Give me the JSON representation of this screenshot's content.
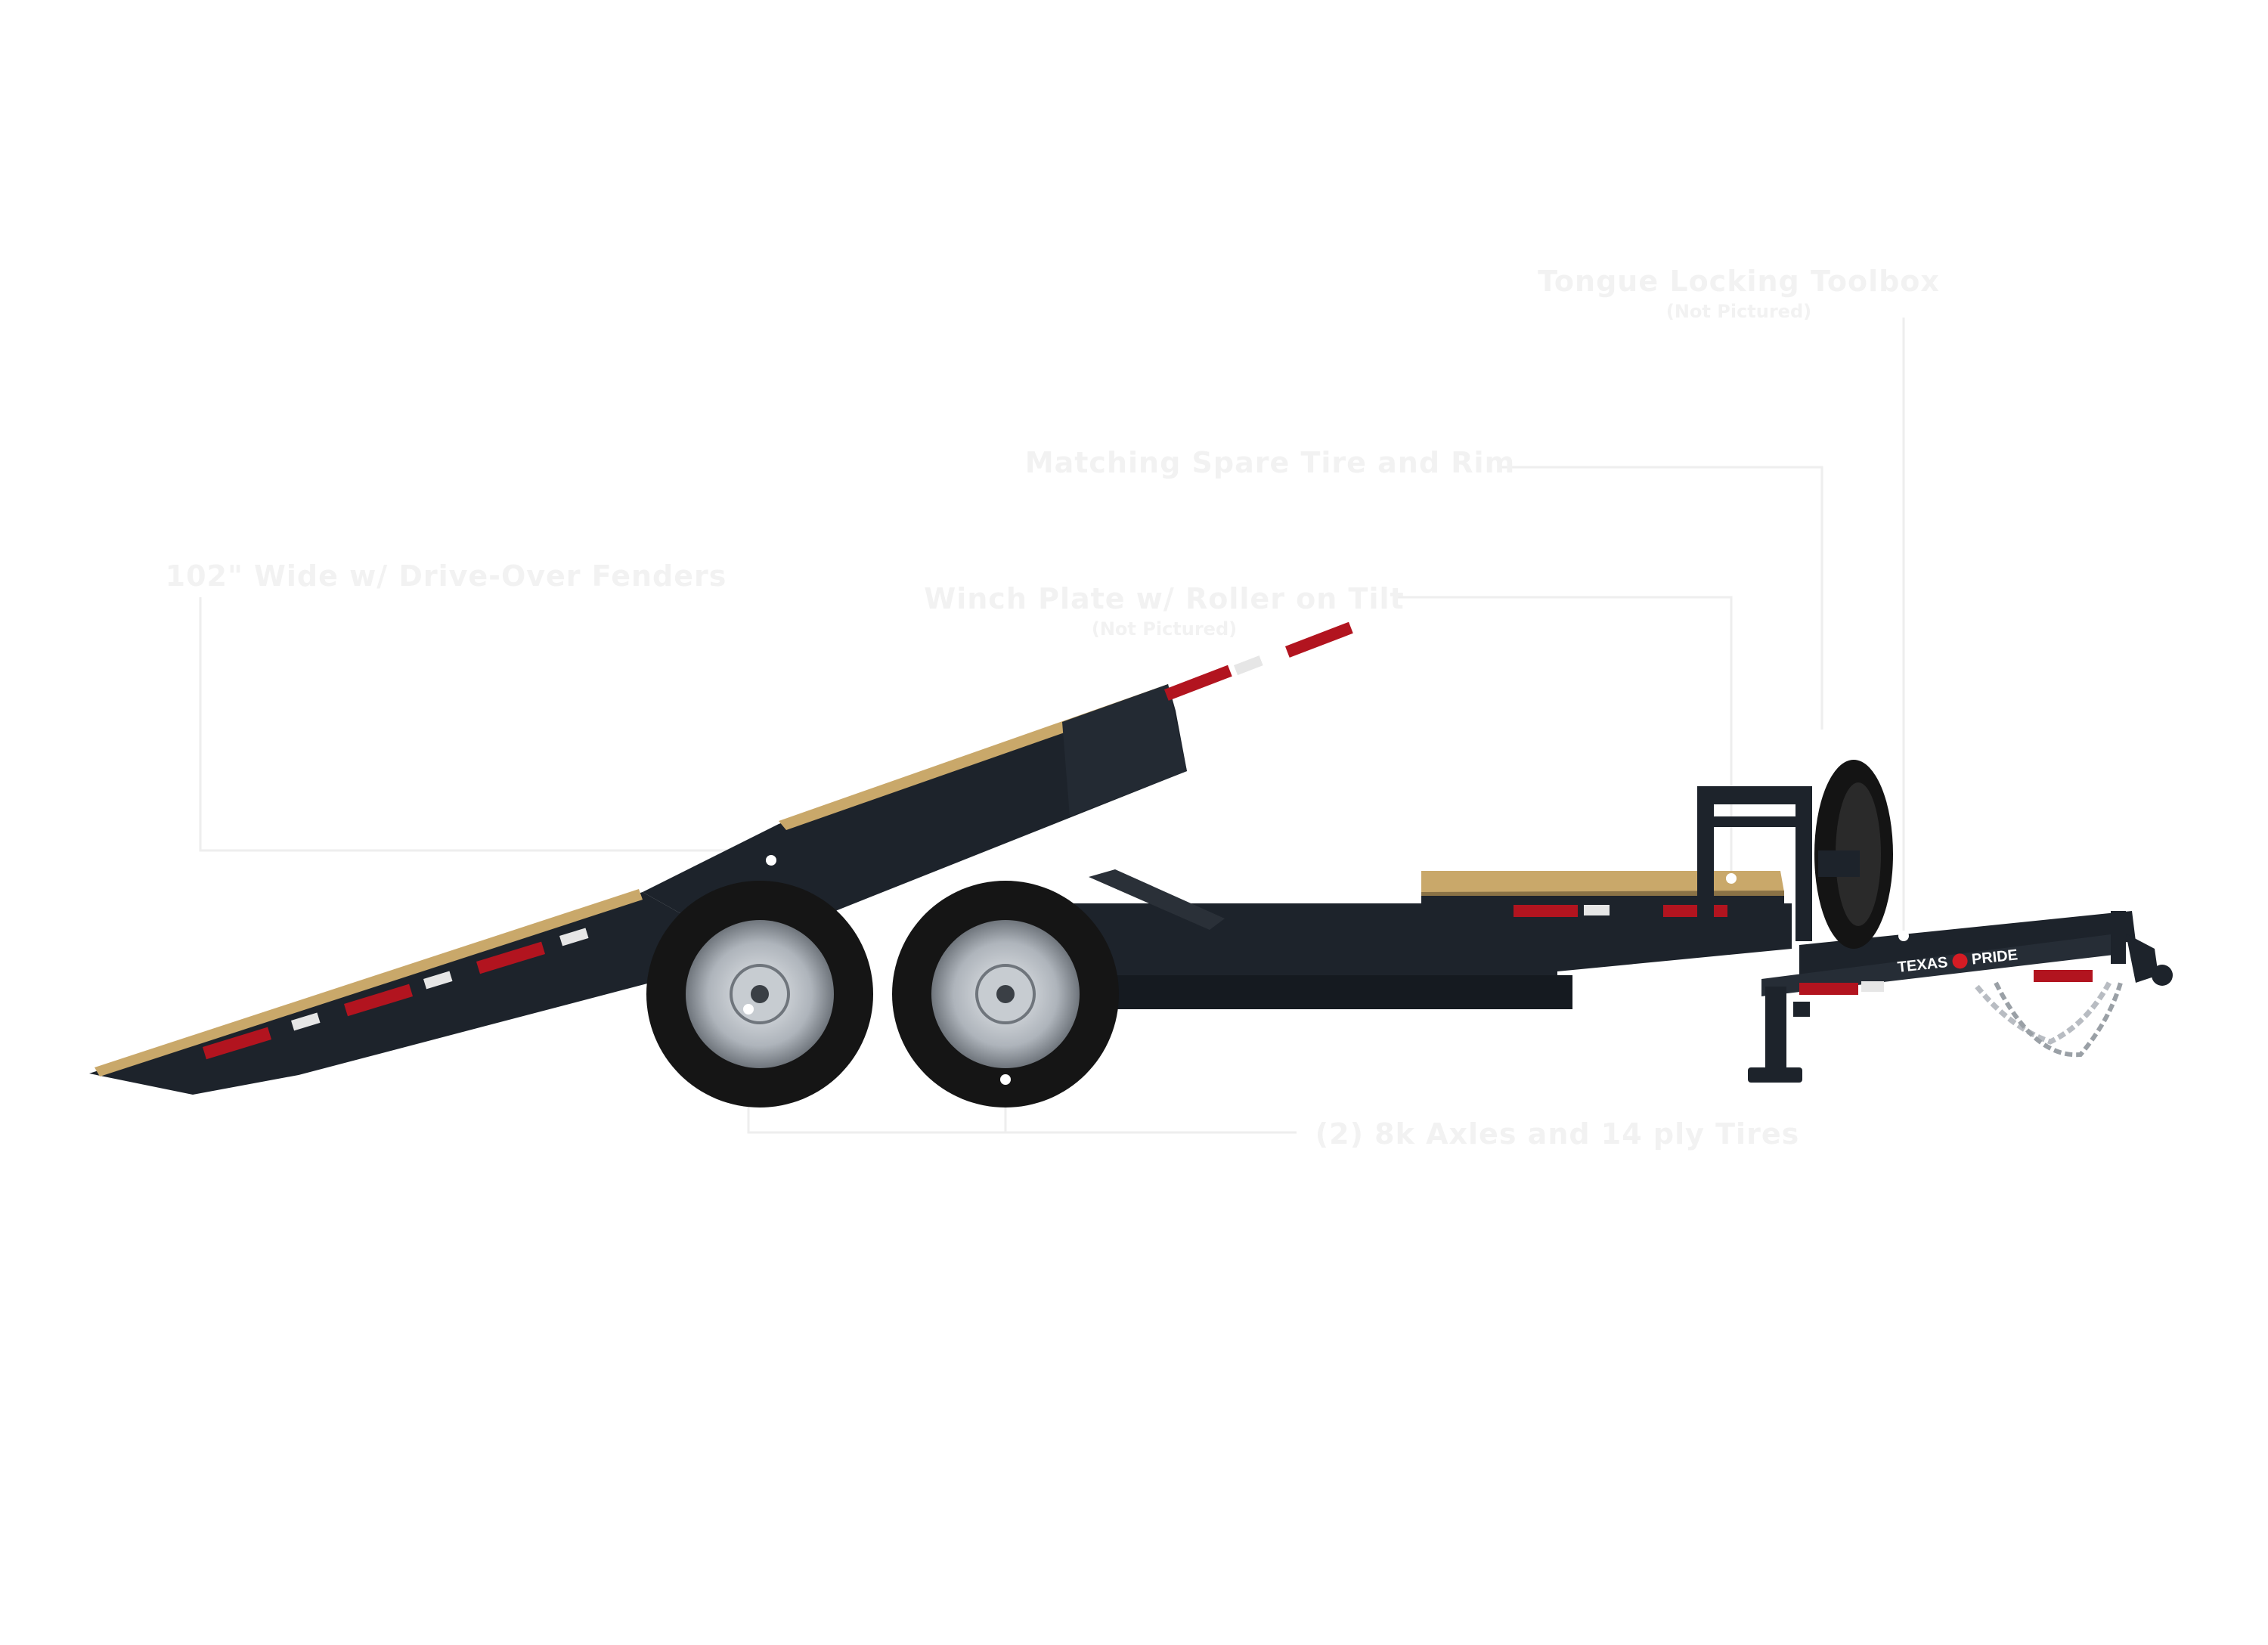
{
  "callouts": {
    "toolbox": {
      "label": "Tongue Locking Toolbox",
      "note": "(Not Pictured)"
    },
    "spare": {
      "label": "Matching Spare Tire and Rim"
    },
    "wide": {
      "label": "102\" Wide w/ Drive-Over Fenders"
    },
    "winch": {
      "label": "Winch Plate w/ Roller on Tilt",
      "note": "(Not Pictured)"
    },
    "axles": {
      "label": "(2) 8k Axles and 14 ply Tires"
    }
  },
  "brand": {
    "logo_text_left": "TEXAS",
    "logo_text_right": "PRIDE"
  },
  "colors": {
    "frame": "#1d232b",
    "deck_wood": "#c9a86a",
    "reflector_red": "#b2141f",
    "reflector_white": "#e6e6e6",
    "callout_text": "#f2f2f2",
    "leader_line": "#eeeeee",
    "logo_red": "#d51c24"
  }
}
